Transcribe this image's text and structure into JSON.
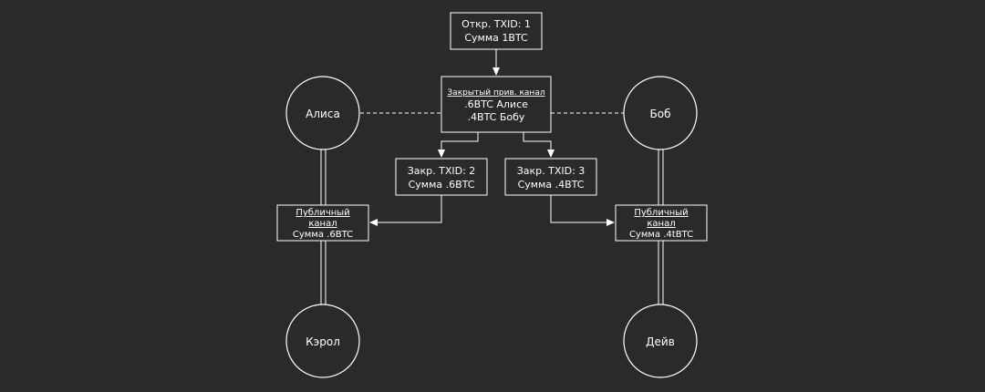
{
  "nodes": {
    "alice": "Алиса",
    "bob": "Боб",
    "carol": "Кэрол",
    "dave": "Дейв"
  },
  "open_tx": {
    "line1": "Откр. TXID: 1",
    "line2": "Сумма 1BTC"
  },
  "private_channel": {
    "title": "Закрытый прив. канал",
    "line1": ".6BTC Алисе",
    "line2": ".4BTC Бобу"
  },
  "close_tx_2": {
    "line1": "Закр. TXID: 2",
    "line2": "Сумма .6BTC"
  },
  "close_tx_3": {
    "line1": "Закр. TXID: 3",
    "line2": "Сумма .4BTC"
  },
  "public_channel_left": {
    "line1": "Публичный",
    "line2": "канал",
    "line3": "Сумма .6BTC"
  },
  "public_channel_right": {
    "line1": "Публичный",
    "line2": "канал",
    "line3": "Сумма .4tBTC"
  }
}
